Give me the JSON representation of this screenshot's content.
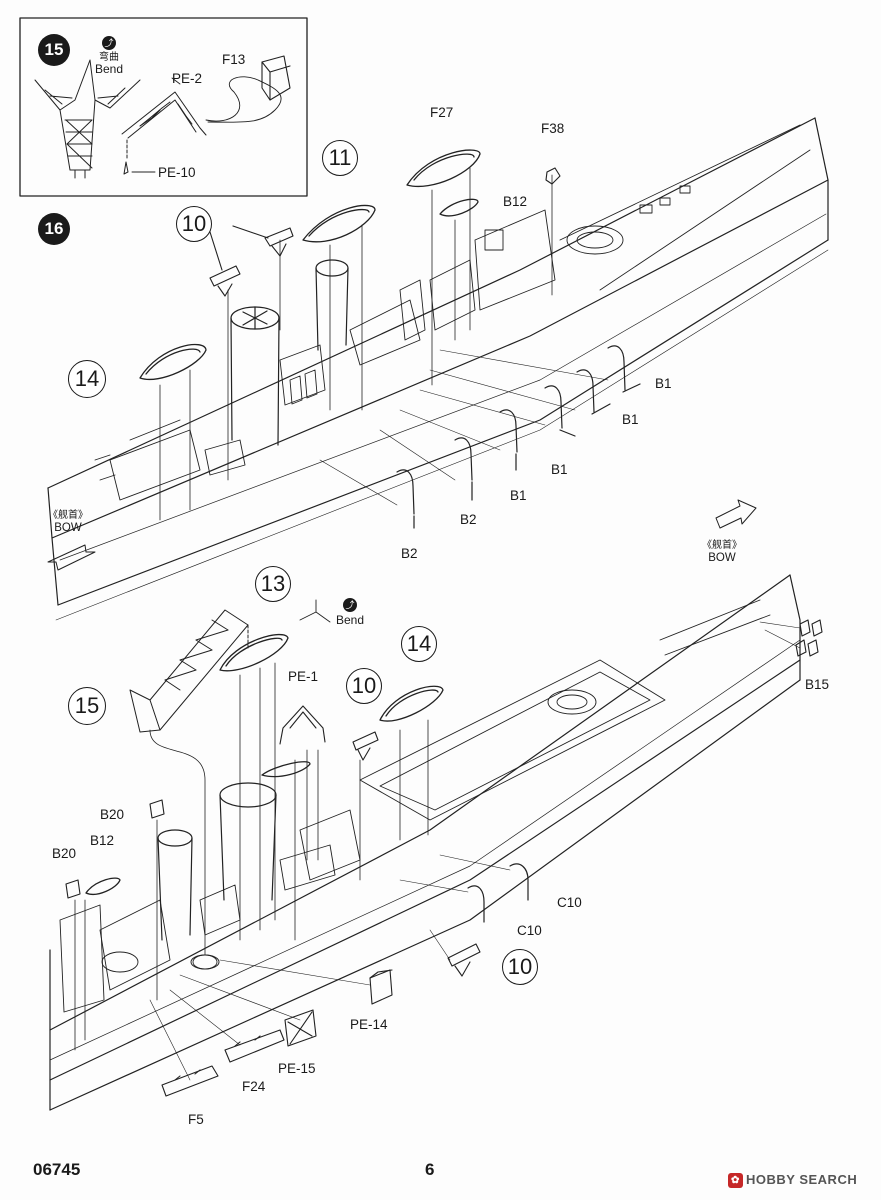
{
  "footer": {
    "product_code": "06745",
    "page_number": "6"
  },
  "watermark": "HOBBY SEARCH",
  "bend": {
    "cn": "弯曲",
    "en": "Bend"
  },
  "bow": {
    "cn": "《舰首》",
    "en": "BOW"
  },
  "step15": {
    "number": "15",
    "parts": {
      "pe2": "PE-2",
      "f13": "F13",
      "pe10": "PE-10"
    }
  },
  "step16": {
    "number": "16",
    "callouts": {
      "c10": "10",
      "c11": "11",
      "c14": "14"
    },
    "parts": {
      "f27": "F27",
      "f38": "F38",
      "b12": "B12",
      "b1": "B1",
      "b2": "B2"
    }
  },
  "step17": {
    "callouts": {
      "c13": "13",
      "c15": "15",
      "c10": "10",
      "c14": "14"
    },
    "parts": {
      "pe1": "PE-1",
      "b20": "B20",
      "b12": "B12",
      "b15": "B15",
      "c10": "C10",
      "pe14": "PE-14",
      "pe15": "PE-15",
      "f24": "F24",
      "f5": "F5"
    }
  }
}
